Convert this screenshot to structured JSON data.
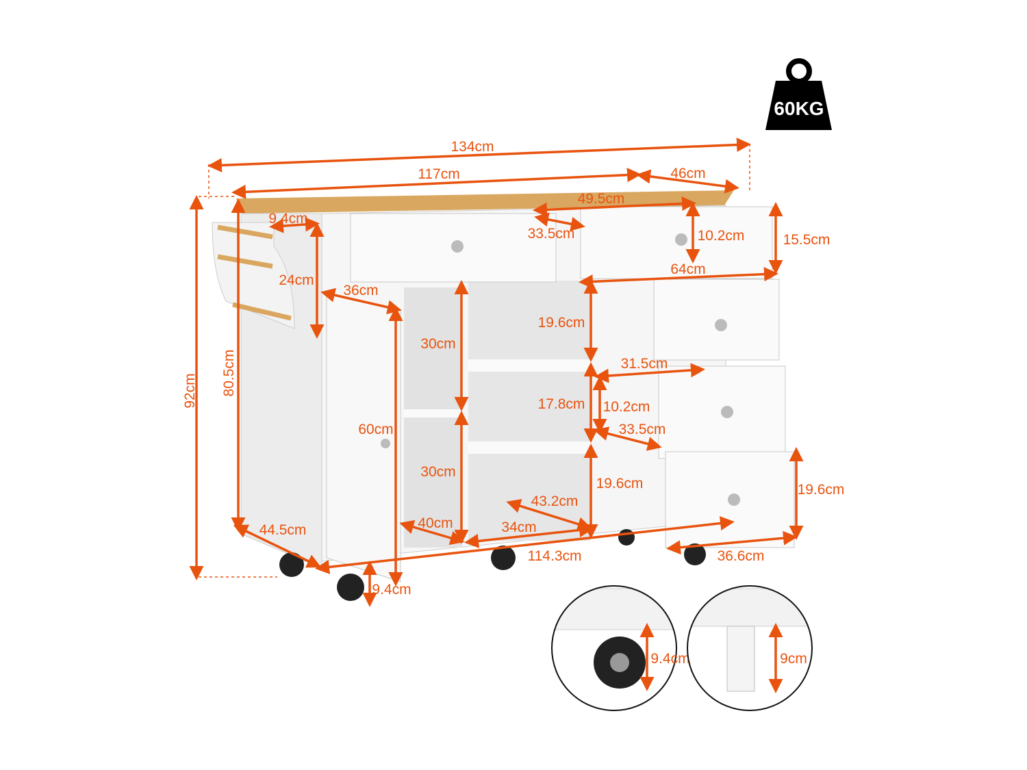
{
  "accent_color": "#e8530e",
  "weight_badge": {
    "icon": "weight-icon",
    "label": "60KG"
  },
  "dimensions": {
    "overall_width": "134cm",
    "top_width": "117cm",
    "depth": "46cm",
    "top_drawer_width": "49.5cm",
    "top_drawer_depth": "33.5cm",
    "top_drawer_height": "10.2cm",
    "top_drawer_front_height": "15.5cm",
    "right_section_width": "64cm",
    "rack_depth": "9.4cm",
    "rack_height": "24cm",
    "door_width": "36cm",
    "overall_height": "92cm",
    "body_height": "80.5cm",
    "cabinet_upper_height": "30cm",
    "cabinet_lower_height": "30cm",
    "door_height": "60cm",
    "shelf_top_height": "19.6cm",
    "shelf_mid_height": "17.8cm",
    "right_drawer_width": "31.5cm",
    "right_drawer_height": "10.2cm",
    "right_drawer_depth": "33.5cm",
    "shelf_bottom_height": "19.6cm",
    "shelf_depth": "43.2cm",
    "right_drawer_front_height": "19.6cm",
    "cabinet_depth": "40cm",
    "shelf_width": "34cm",
    "side_depth": "44.5cm",
    "base_width": "114.3cm",
    "drawer_front_width": "36.6cm",
    "wheel_height": "9.4cm",
    "inset_wheel_height": "9.4cm",
    "inset_leg_height": "9cm"
  }
}
